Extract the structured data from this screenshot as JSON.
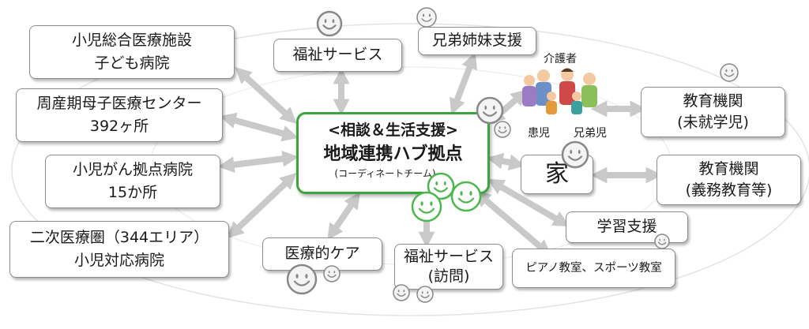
{
  "hub": {
    "line1": "<相談＆生活支援>",
    "line2": "地域連携ハブ拠点",
    "line3": "(コーディネートチーム)"
  },
  "nodes": {
    "children_hospital": [
      "小児総合医療施設",
      "子ども病院"
    ],
    "perinatal": [
      "周産期母子医療センター",
      "392ヶ所"
    ],
    "cancer": [
      "小児がん拠点病院",
      "15か所"
    ],
    "secondary": [
      "二次医療圏（344エリア）",
      "小児対応病院"
    ],
    "welfare": "福祉サービス",
    "sibling_support": "兄弟姉妹支援",
    "medical_care": "医療的ケア",
    "welfare_visit": [
      "福祉サービス",
      "(訪問)"
    ],
    "home": "家",
    "preschool": [
      "教育機関",
      "(未就学児)"
    ],
    "compulsory": [
      "教育機関",
      "(義務教育等)"
    ],
    "study_support": "学習支援",
    "lessons": "ピアノ教室、スポーツ教室"
  },
  "family": {
    "guardian": "介護者",
    "patient": "患児",
    "sibling": "兄弟児"
  },
  "colors": {
    "hub_border": "#3aa53a",
    "smiley_green": "#4cb84c",
    "arrow": "#c9c9c9",
    "box_border": "#8c8c8c"
  }
}
